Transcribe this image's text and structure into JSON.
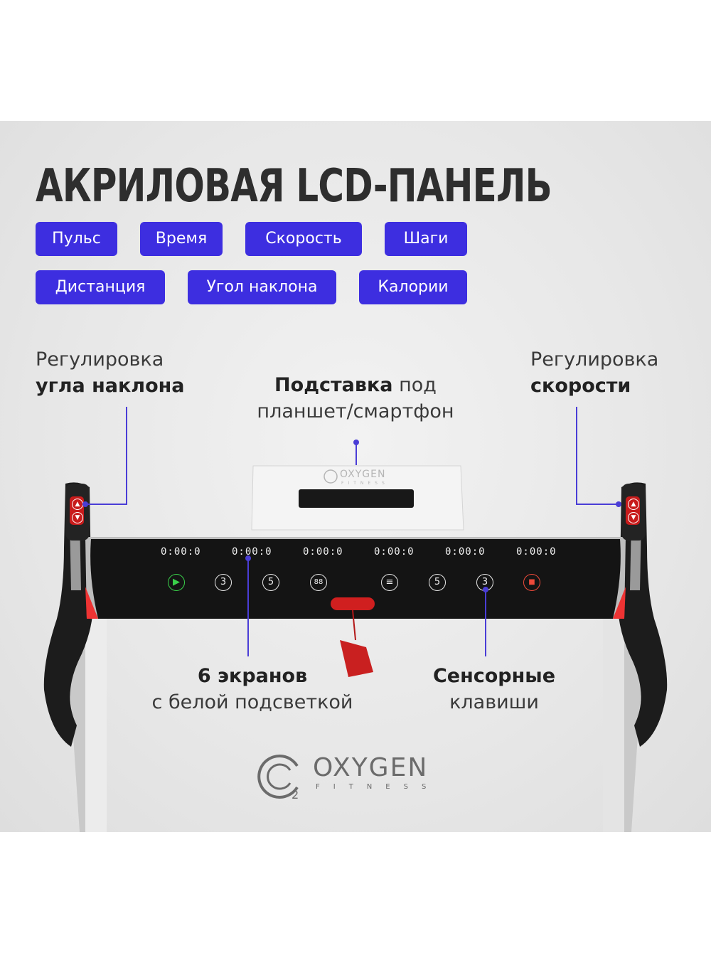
{
  "title": "АКРИЛОВАЯ LCD-ПАНЕЛЬ",
  "chips": [
    "Пульс",
    "Время",
    "Скорость",
    "Шаги",
    "Дистанция",
    "Угол наклона",
    "Калории"
  ],
  "callouts": {
    "incline": {
      "line1": "Регулировка",
      "bold": "угла наклона"
    },
    "stand": {
      "bold": "Подставка",
      "rest": " под",
      "line2": "планшет/смартфон"
    },
    "speed": {
      "line1": "Регулировка",
      "bold": "скорости"
    },
    "screens": {
      "bold": "6 экранов",
      "line2": "с белой подсветкой"
    },
    "keys": {
      "bold": "Сенсорные",
      "line2": "клавиши"
    }
  },
  "lcd_readouts": [
    "0:00:0",
    "0:00:0",
    "0:00:0",
    "0:00:0",
    "0:00:0",
    "0:00:0"
  ],
  "console_keys": [
    "▶",
    "3",
    "5",
    "88",
    "≡",
    "5",
    "3",
    "■"
  ],
  "brand": {
    "name": "OXYGEN",
    "sub": "FITNESS",
    "tablet_logo": "OXYGEN",
    "tablet_sub": "FITNESS"
  },
  "colors": {
    "chip": "#3d2ee0",
    "accent_line": "#4a3dd6",
    "panel": "#e9e9e9",
    "console": "#141414",
    "safety_key": "#d01f1f"
  },
  "icons": [
    "play-icon",
    "stop-icon",
    "up-arrow-icon",
    "down-arrow-icon",
    "oxygen-logo-icon",
    "safety-key-icon"
  ]
}
